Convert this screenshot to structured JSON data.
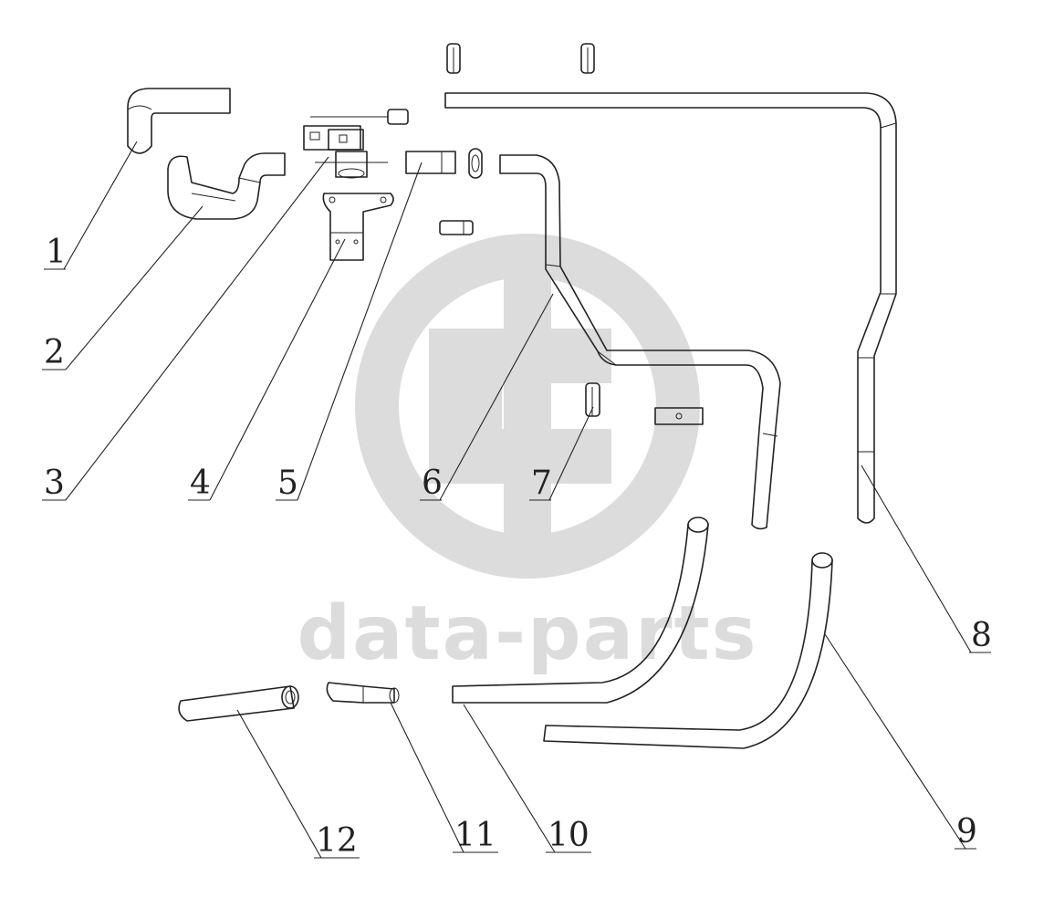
{
  "watermark": {
    "text": "data-parts",
    "color": "#dcdcdc"
  },
  "callouts": [
    {
      "id": "1",
      "label": "1"
    },
    {
      "id": "2",
      "label": "2"
    },
    {
      "id": "3",
      "label": "3"
    },
    {
      "id": "4",
      "label": "4"
    },
    {
      "id": "5",
      "label": "5"
    },
    {
      "id": "6",
      "label": "6"
    },
    {
      "id": "7",
      "label": "7"
    },
    {
      "id": "8",
      "label": "8"
    },
    {
      "id": "9",
      "label": "9"
    },
    {
      "id": "10",
      "label": "10"
    },
    {
      "id": "11",
      "label": "11"
    },
    {
      "id": "12",
      "label": "12"
    }
  ],
  "colors": {
    "line": "#222222",
    "background": "#ffffff"
  }
}
